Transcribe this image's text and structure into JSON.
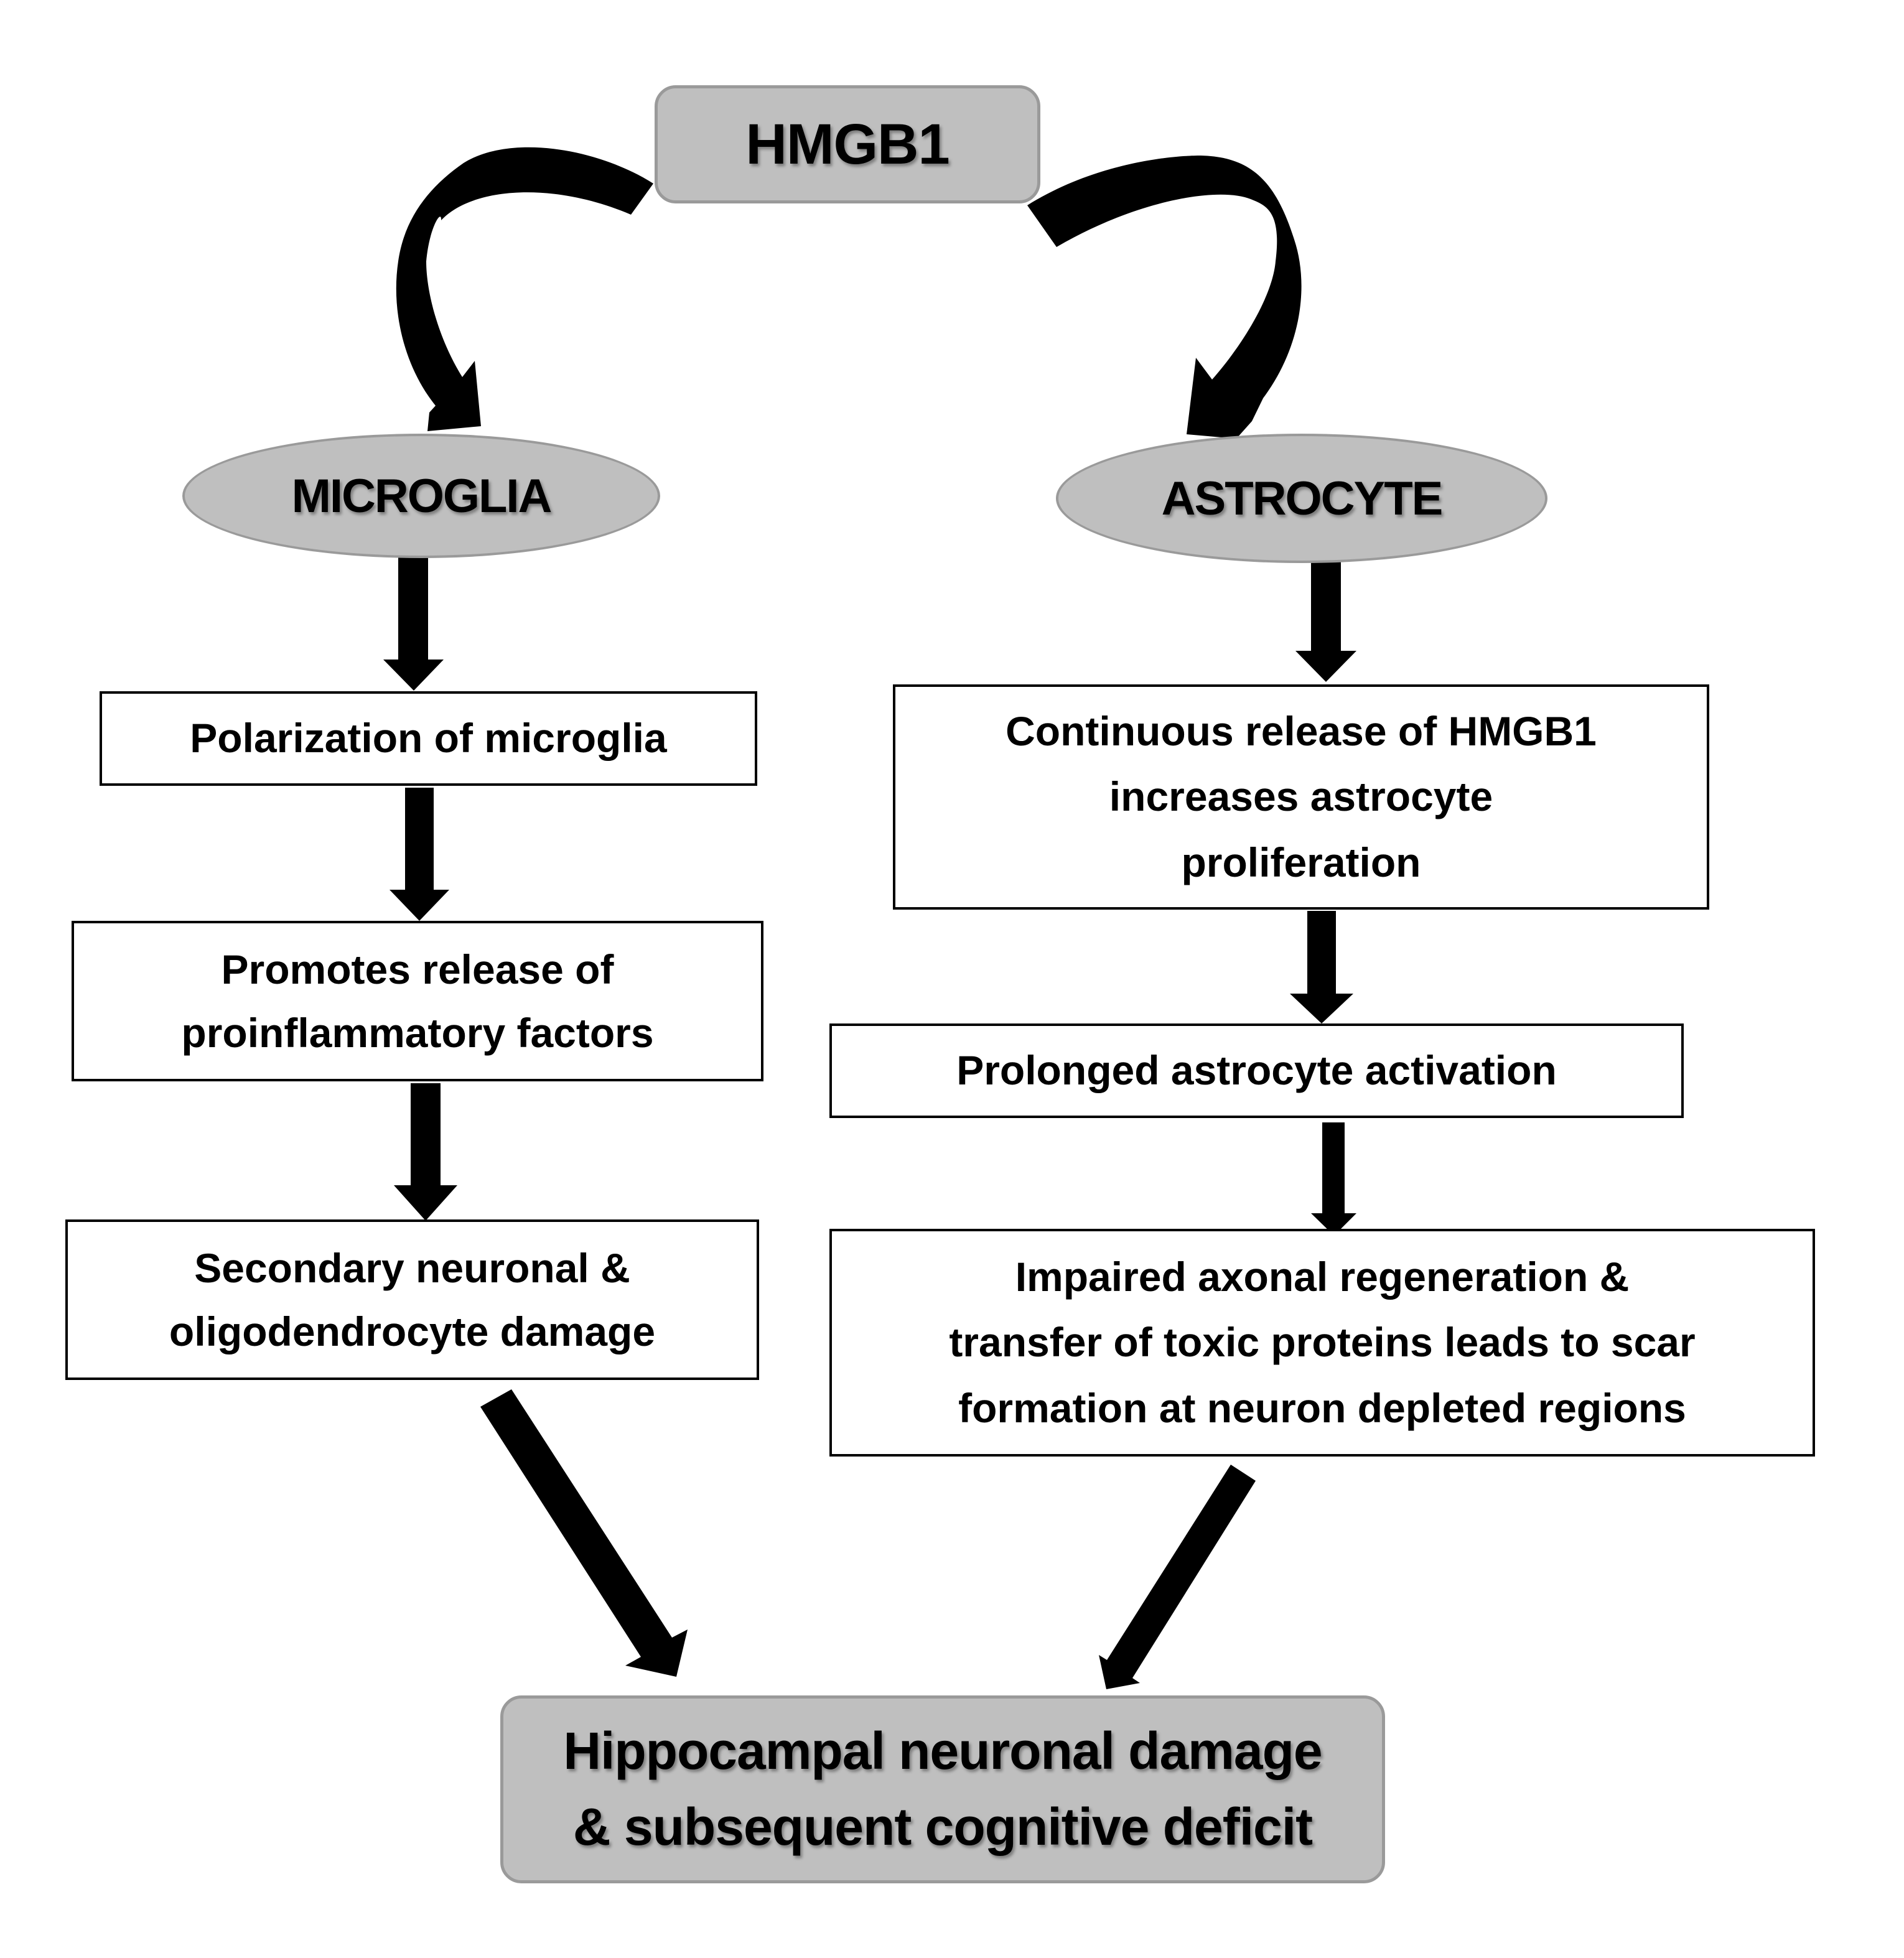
{
  "diagram": {
    "source_node": {
      "label": "HMGB1"
    },
    "branches": [
      {
        "cell": "MICROGLIA",
        "steps": [
          "Polarization of microglia",
          "Promotes release of\nproinflammatory factors",
          "Secondary neuronal &\noligodendrocyte damage"
        ]
      },
      {
        "cell": "ASTROCYTE",
        "steps": [
          "Continuous release of HMGB1\nincreases astrocyte\nproliferation",
          "Prolonged astrocyte activation",
          "Impaired axonal regeneration &\ntransfer of toxic proteins leads to scar\nformation at neuron depleted regions"
        ]
      }
    ],
    "outcome_node": {
      "label": "Hippocampal neuronal damage\n& subsequent cognitive deficit"
    },
    "edges": [
      {
        "from": "HMGB1",
        "to": "MICROGLIA",
        "style": "curved"
      },
      {
        "from": "HMGB1",
        "to": "ASTROCYTE",
        "style": "curved"
      },
      {
        "from": "MICROGLIA",
        "to": "Polarization of microglia",
        "style": "straight"
      },
      {
        "from": "Polarization of microglia",
        "to": "Promotes release of proinflammatory factors",
        "style": "straight"
      },
      {
        "from": "Promotes release of proinflammatory factors",
        "to": "Secondary neuronal & oligodendrocyte damage",
        "style": "straight"
      },
      {
        "from": "Secondary neuronal & oligodendrocyte damage",
        "to": "Hippocampal neuronal damage & subsequent cognitive deficit",
        "style": "diagonal"
      },
      {
        "from": "ASTROCYTE",
        "to": "Continuous release of HMGB1 increases astrocyte proliferation",
        "style": "straight"
      },
      {
        "from": "Continuous release of HMGB1 increases astrocyte proliferation",
        "to": "Prolonged astrocyte activation",
        "style": "straight"
      },
      {
        "from": "Prolonged astrocyte activation",
        "to": "Impaired axonal regeneration & transfer of toxic proteins leads to scar formation at neuron depleted regions",
        "style": "straight"
      },
      {
        "from": "Impaired axonal regeneration & transfer of toxic proteins leads to scar formation at neuron depleted regions",
        "to": "Hippocampal neuronal damage & subsequent cognitive deficit",
        "style": "diagonal"
      }
    ],
    "colors": {
      "node_fill": "#bfbfbf",
      "node_border": "#9a9a9a",
      "box_border": "#000000",
      "arrow": "#000000",
      "background": "#ffffff"
    }
  }
}
